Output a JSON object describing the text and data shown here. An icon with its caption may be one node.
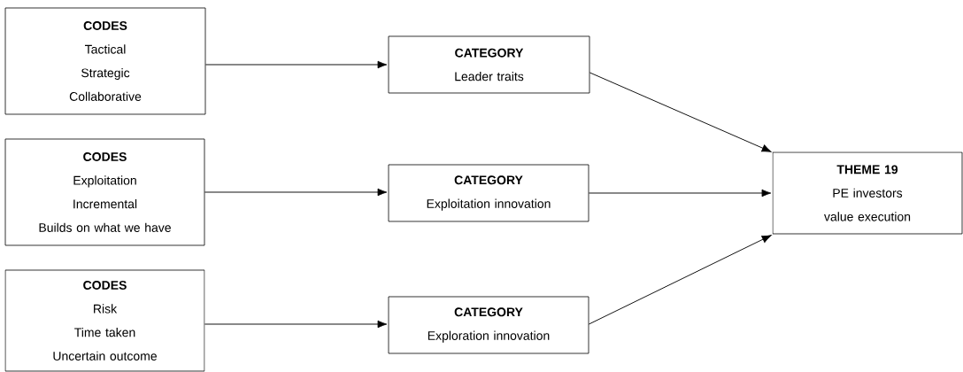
{
  "diagram": {
    "nodes": [
      {
        "text": [
          "CODES",
          "Tactical",
          "Strategic",
          "Collaborative"
        ]
      },
      {
        "text": [
          "CODES",
          "Exploitation",
          "Incremental",
          "Builds on what we have"
        ]
      },
      {
        "text": [
          "CODES",
          "Risk",
          "Time taken",
          "Uncertain outcome"
        ]
      },
      {
        "text": [
          "CATEGORY",
          "Leader traits"
        ]
      },
      {
        "text": [
          "CATEGORY",
          "Exploitation innovation"
        ]
      },
      {
        "text": [
          "CATEGORY",
          "Exploration innovation"
        ]
      },
      {
        "text": [
          "THEME 19",
          "PE investors value execution"
        ]
      }
    ],
    "edges": [
      {
        "from": 0,
        "to": 3,
        "arrow": "to"
      },
      {
        "from": 1,
        "to": 4,
        "arrow": "to"
      },
      {
        "from": 2,
        "to": 5,
        "arrow": "to"
      },
      {
        "from": 3,
        "to": 6,
        "arrow": "to"
      },
      {
        "from": 4,
        "to": 6,
        "arrow": "to"
      },
      {
        "from": 5,
        "to": 6,
        "arrow": "to"
      }
    ]
  }
}
